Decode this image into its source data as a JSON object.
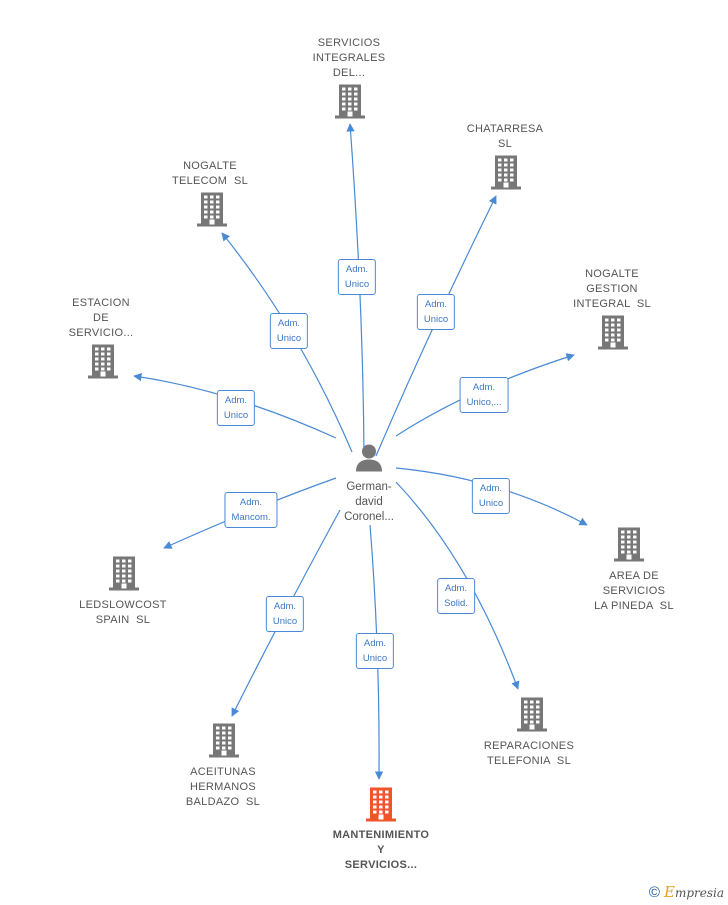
{
  "center": {
    "name_lines": [
      "German-",
      "david",
      "Coronel..."
    ],
    "icon": "person-icon"
  },
  "nodes": [
    {
      "id": "servicios-integrales",
      "lines": [
        "SERVICIOS",
        "INTEGRALES",
        "DEL..."
      ],
      "role": "Adm.|Unico",
      "highlight": false
    },
    {
      "id": "chatarresa",
      "lines": [
        "CHATARRESA",
        "SL"
      ],
      "role": "Adm.|Unico",
      "highlight": false
    },
    {
      "id": "nogalte-gestion",
      "lines": [
        "NOGALTE",
        "GESTION",
        "INTEGRAL  SL"
      ],
      "role": "Adm.|Unico,...",
      "highlight": false
    },
    {
      "id": "area-de-servicios",
      "lines": [
        "AREA DE",
        "SERVICIOS",
        "LA PINEDA  SL"
      ],
      "role": "Adm.|Unico",
      "highlight": false
    },
    {
      "id": "reparaciones-telefonia",
      "lines": [
        "REPARACIONES",
        "TELEFONIA  SL"
      ],
      "role": "Adm.|Solid.",
      "highlight": false
    },
    {
      "id": "mantenimiento",
      "lines": [
        "MANTENIMIENTO",
        "Y",
        "SERVICIOS..."
      ],
      "role": "Adm.|Unico",
      "highlight": true
    },
    {
      "id": "aceitunas",
      "lines": [
        "ACEITUNAS",
        "HERMANOS",
        "BALDAZO  SL"
      ],
      "role": "Adm.|Unico",
      "highlight": false
    },
    {
      "id": "ledslowcost",
      "lines": [
        "LEDSLOWCOST",
        "SPAIN  SL"
      ],
      "role": "Adm.|Mancom.",
      "highlight": false
    },
    {
      "id": "estacion-de-servicio",
      "lines": [
        "ESTACION",
        "DE",
        "SERVICIO..."
      ],
      "role": "Adm.|Unico",
      "highlight": false
    },
    {
      "id": "nogalte-telecom",
      "lines": [
        "NOGALTE",
        "TELECOM  SL"
      ],
      "role": "Adm.|Unico",
      "highlight": false
    }
  ],
  "colors": {
    "edge": "#4a8ad4",
    "building": "#777777",
    "building_highlight": "#f0552a",
    "person": "#777777"
  },
  "footer": {
    "copyright": "©",
    "brand_initial": "E",
    "brand_rest": "mpresia"
  }
}
